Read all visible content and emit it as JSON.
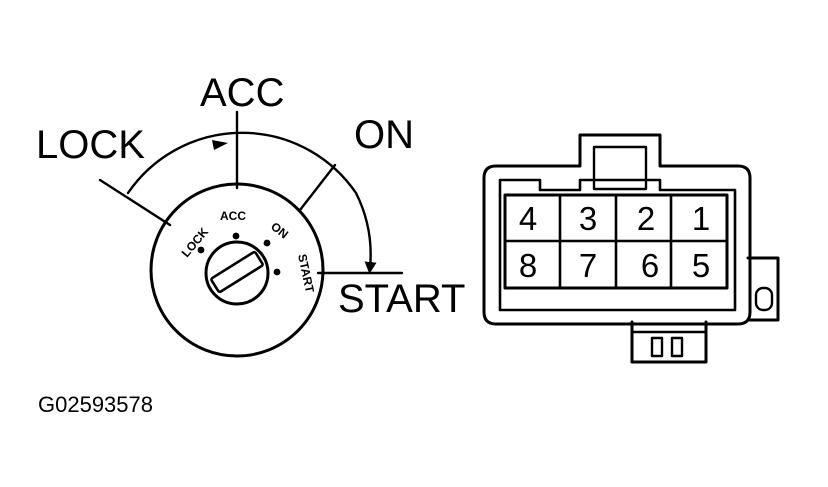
{
  "switch": {
    "positions": {
      "lock": "LOCK",
      "acc": "ACC",
      "on": "ON",
      "start": "START"
    },
    "face_labels": {
      "lock": "LOCK",
      "acc": "ACC",
      "on": "ON",
      "start": "START"
    }
  },
  "connector": {
    "pins_top": [
      "4",
      "3",
      "2",
      "1"
    ],
    "pins_bottom": [
      "8",
      "7",
      "6",
      "5"
    ]
  },
  "figure_code": "G02593578"
}
